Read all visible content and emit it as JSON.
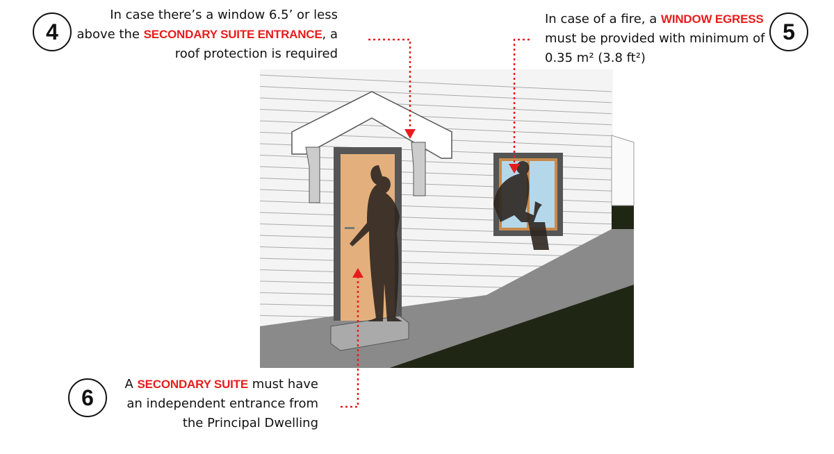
{
  "callouts": [
    {
      "number": "4",
      "before": "In case there’s a window 6.5’ or less above the ",
      "highlight": "SECONDARY SUITE ENTRANCE",
      "after": ", a roof protection is required"
    },
    {
      "number": "5",
      "before": "In case of a fire, a ",
      "highlight": "WINDOW EGRESS",
      "after": " must be provided with minimum of 0.35 m² (3.8 ft²)"
    },
    {
      "number": "6",
      "before": "A ",
      "highlight": "SECONDARY SUITE",
      "after": " must have an independent entrance from the Principal Dwelling"
    }
  ],
  "colors": {
    "highlight": "#e81c1c",
    "door": "#e3b07d",
    "frame": "#555555",
    "ground": "#8a8a8a",
    "grass": "#1f2614"
  }
}
